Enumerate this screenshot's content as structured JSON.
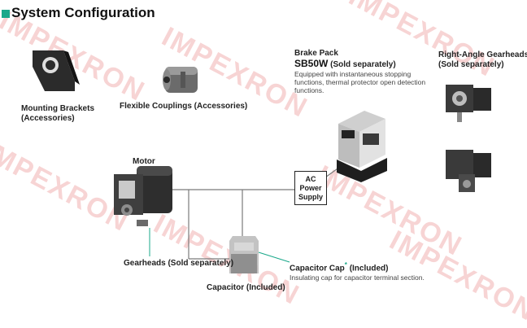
{
  "title": "System Configuration",
  "mounting_brackets": {
    "line1": "Mounting Brackets",
    "line2": "(Accessories)"
  },
  "flexible_couplings": {
    "label": "Flexible Couplings (Accessories)"
  },
  "brake_pack": {
    "line1": "Brake Pack",
    "model": "SB50W",
    "model_suffix": " (Sold separately)",
    "desc1": "Equipped with instantaneous stopping",
    "desc2": "functions, thermal protector open detection",
    "desc3": "functions."
  },
  "right_angle": {
    "line1": "Right-Angle Gearheads",
    "line2": "(Sold separately)"
  },
  "motor": {
    "label": "Motor"
  },
  "ac_power": {
    "line1": "AC",
    "line2": "Power",
    "line3": "Supply"
  },
  "gearheads": {
    "label": "Gearheads (Sold separately)"
  },
  "capacitor_cap": {
    "label": "Capacitor Cap",
    "mark": "*",
    "suffix": " (Included)",
    "desc": "Insulating cap for capacitor terminal section."
  },
  "capacitor": {
    "label": "Capacitor (Included)"
  },
  "watermark": "IMPEXRON",
  "colors": {
    "accent": "#1aa88a",
    "watermark": "#dc3c3c"
  }
}
